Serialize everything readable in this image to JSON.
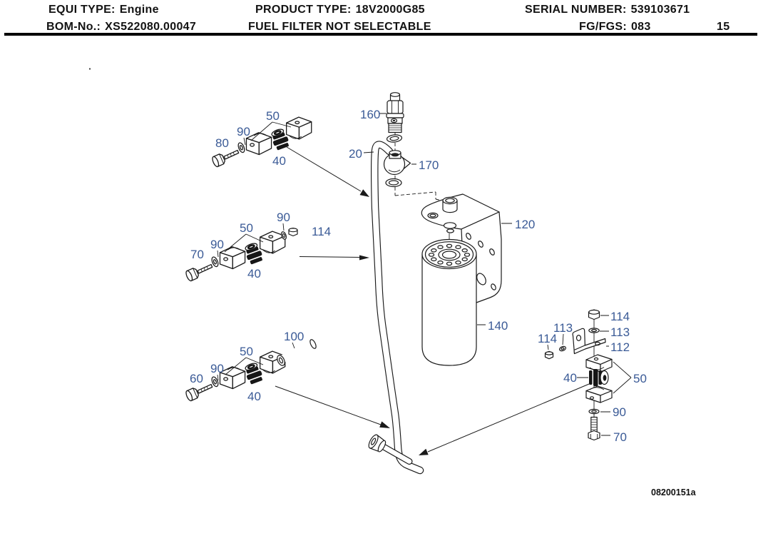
{
  "header": {
    "equi_type_label": "EQUI TYPE:",
    "equi_type_value": "Engine",
    "product_type_label": "PRODUCT TYPE:",
    "product_type_value": "18V2000G85",
    "serial_number_label": "SERIAL NUMBER:",
    "serial_number_value": "539103671",
    "bom_no_label": "BOM-No.:",
    "bom_no_value": "XS522080.00047",
    "assembly_title": "FUEL FILTER NOT SELECTABLE",
    "fg_fgs_label": "FG/FGS:",
    "fg_fgs_value": "083",
    "page_number": "15"
  },
  "diagram": {
    "drawing_number": "08200151a",
    "callouts": {
      "20": "20",
      "40": "40",
      "50": "50",
      "60": "60",
      "70": "70",
      "80": "80",
      "90": "90",
      "100": "100",
      "112": "112",
      "113": "113",
      "114": "114",
      "120": "120",
      "140": "140",
      "160": "160",
      "170": "170"
    }
  },
  "colors": {
    "callout_blue": "#3a5a96",
    "line_black": "#1a1a1a"
  }
}
